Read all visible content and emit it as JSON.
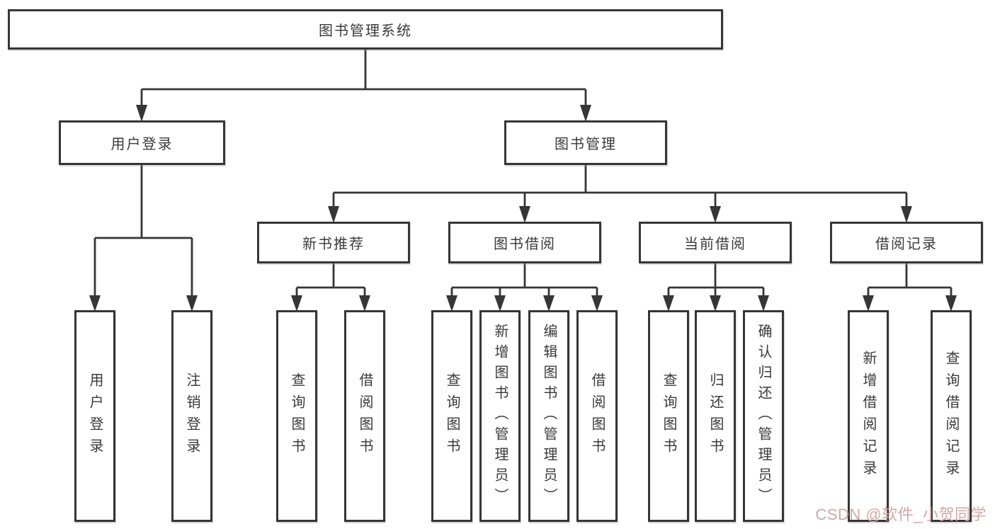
{
  "diagram": {
    "title": "图书管理系统",
    "tree": {
      "root": {
        "label": "图书管理系统"
      },
      "children": [
        {
          "label": "用户登录",
          "children": [
            {
              "label": "用户登录"
            },
            {
              "label": "注销登录"
            }
          ]
        },
        {
          "label": "图书管理",
          "children": [
            {
              "label": "新书推荐",
              "children": [
                {
                  "label": "查询图书"
                },
                {
                  "label": "借阅图书"
                }
              ]
            },
            {
              "label": "图书借阅",
              "children": [
                {
                  "label": "查询图书"
                },
                {
                  "label": "新增图书（管理员）"
                },
                {
                  "label": "编辑图书（管理员）"
                },
                {
                  "label": "借阅图书"
                }
              ]
            },
            {
              "label": "当前借阅",
              "children": [
                {
                  "label": "查询图书"
                },
                {
                  "label": "归还图书"
                },
                {
                  "label": "确认归还（管理员）"
                }
              ]
            },
            {
              "label": "借阅记录",
              "children": [
                {
                  "label": "新增借阅记录"
                },
                {
                  "label": "查询借阅记录"
                }
              ]
            }
          ]
        }
      ]
    },
    "watermark": {
      "text": "CSDN @软件_小贺同学",
      "color": "#d5a6a6"
    },
    "colors": {
      "line": "#363636",
      "border": "#363636",
      "text": "#3a3a3a",
      "background": "#ffffff"
    }
  }
}
